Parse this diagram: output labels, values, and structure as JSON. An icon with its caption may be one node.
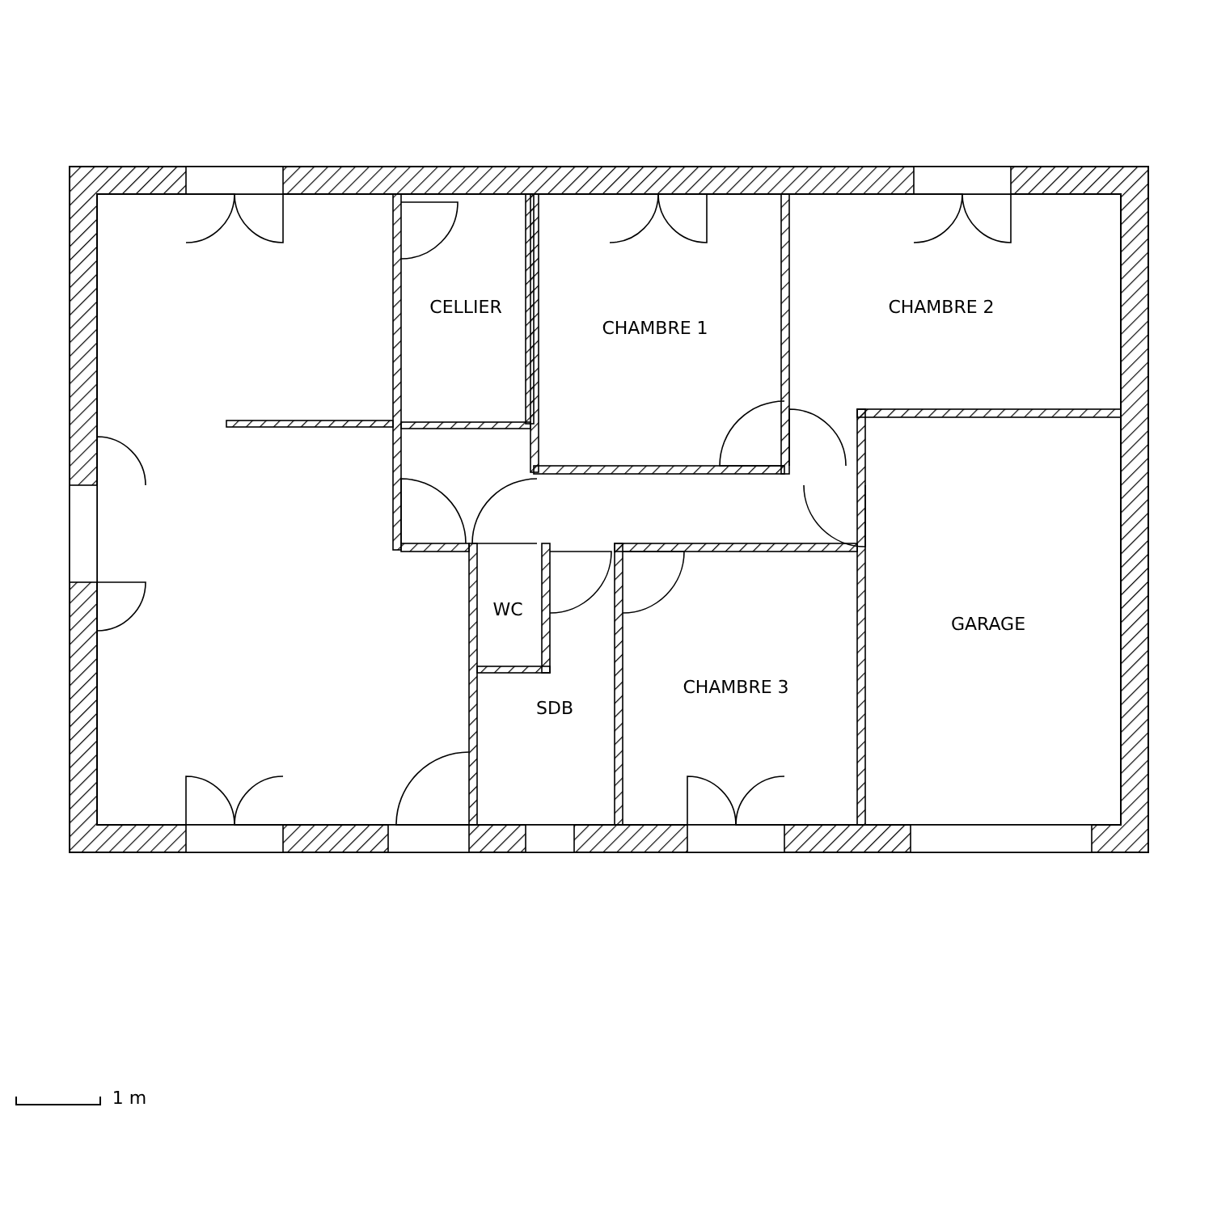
{
  "diagram": {
    "nodes": [
      {
        "text": [
          "CELLIER"
        ]
      },
      {
        "text": [
          "CHAMBRE 1"
        ]
      },
      {
        "text": [
          "CHAMBRE 2"
        ]
      },
      {
        "text": [
          "WC"
        ]
      },
      {
        "text": [
          "SDB"
        ]
      },
      {
        "text": [
          "CHAMBRE 3"
        ]
      },
      {
        "text": [
          "GARAGE"
        ]
      }
    ],
    "labels": [
      "1 m"
    ]
  }
}
